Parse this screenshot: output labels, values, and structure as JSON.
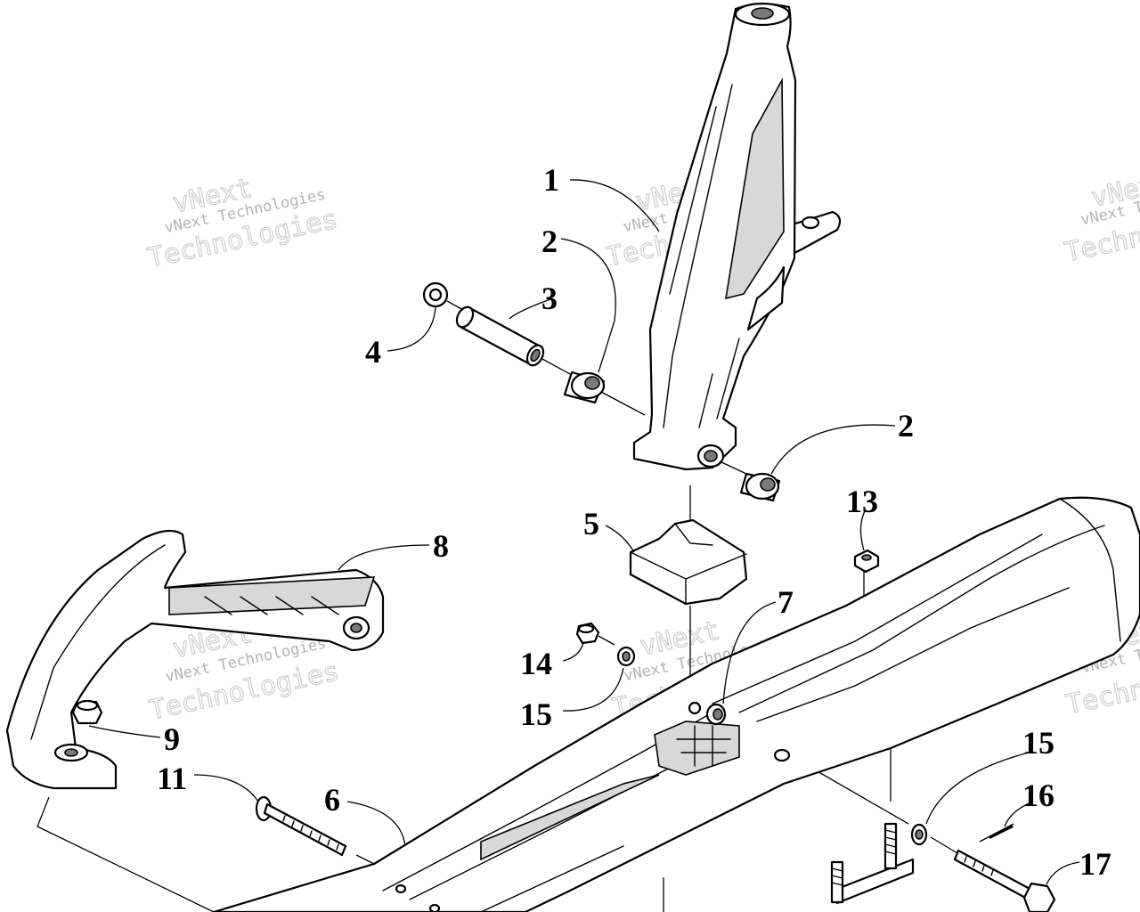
{
  "watermark": {
    "line1": "vNext",
    "line2": "vNext Technologies",
    "line3": "Technologies"
  },
  "callouts": {
    "c1": "1",
    "c2a": "2",
    "c2b": "2",
    "c3": "3",
    "c4": "4",
    "c5": "5",
    "c6": "6",
    "c7": "7",
    "c8": "8",
    "c9": "9",
    "c11": "11",
    "c13": "13",
    "c14": "14",
    "c15a": "15",
    "c15b": "15",
    "c16": "16",
    "c17": "17"
  }
}
